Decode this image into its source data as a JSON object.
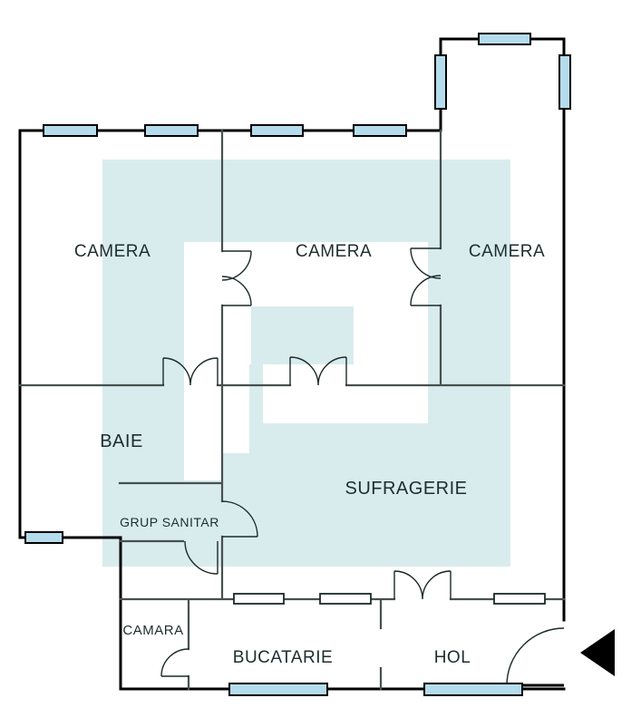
{
  "document": {
    "type": "apartment-floor-plan"
  },
  "colors": {
    "wm": "#d9eced",
    "win": "#b5dcec",
    "wall-ext": "#000000",
    "wall-int": "#47514f",
    "door": "#1c2a2a",
    "text": "#1e2d2d",
    "bg": "#ffffff"
  },
  "rooms": [
    {
      "id": "camera-left",
      "label": "CAMERA"
    },
    {
      "id": "camera-middle",
      "label": "CAMERA"
    },
    {
      "id": "camera-right",
      "label": "CAMERA"
    },
    {
      "id": "baie",
      "label": "BAIE"
    },
    {
      "id": "grup-sanitar",
      "label": "GRUP SANITAR"
    },
    {
      "id": "sufragerie",
      "label": "SUFRAGERIE"
    },
    {
      "id": "camara",
      "label": "CAMARA"
    },
    {
      "id": "bucatarie",
      "label": "BUCATARIE"
    },
    {
      "id": "hol",
      "label": "HOL"
    }
  ],
  "annotations": {
    "entrance_arrow": "left-pointing entrance arrow at HOL"
  },
  "counts": {
    "exterior_windows": 10,
    "interior_windows": 3,
    "door_openings": 9
  }
}
